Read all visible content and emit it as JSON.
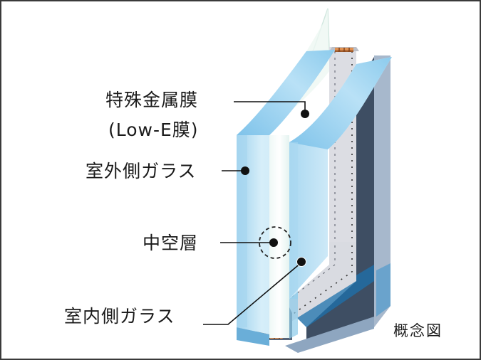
{
  "diagram": {
    "title": "Low-E複層ガラス 概念図",
    "caption": "概念図",
    "labels": {
      "low_e_film_line1": "特殊金属膜",
      "low_e_film_line2": "(Low-E膜)",
      "outer_glass": "室外側ガラス",
      "air_layer": "中空層",
      "inner_glass": "室内側ガラス"
    },
    "colors": {
      "border": "#3a3a3a",
      "glass_light": "#cfe8f5",
      "glass_edge": "#8fc9ea",
      "frame_dark": "#3f4f63",
      "frame_side": "#9fb3c9",
      "spacer": "#dcdde3",
      "desiccant": "#c87a3a",
      "leader": "#111111"
    }
  }
}
